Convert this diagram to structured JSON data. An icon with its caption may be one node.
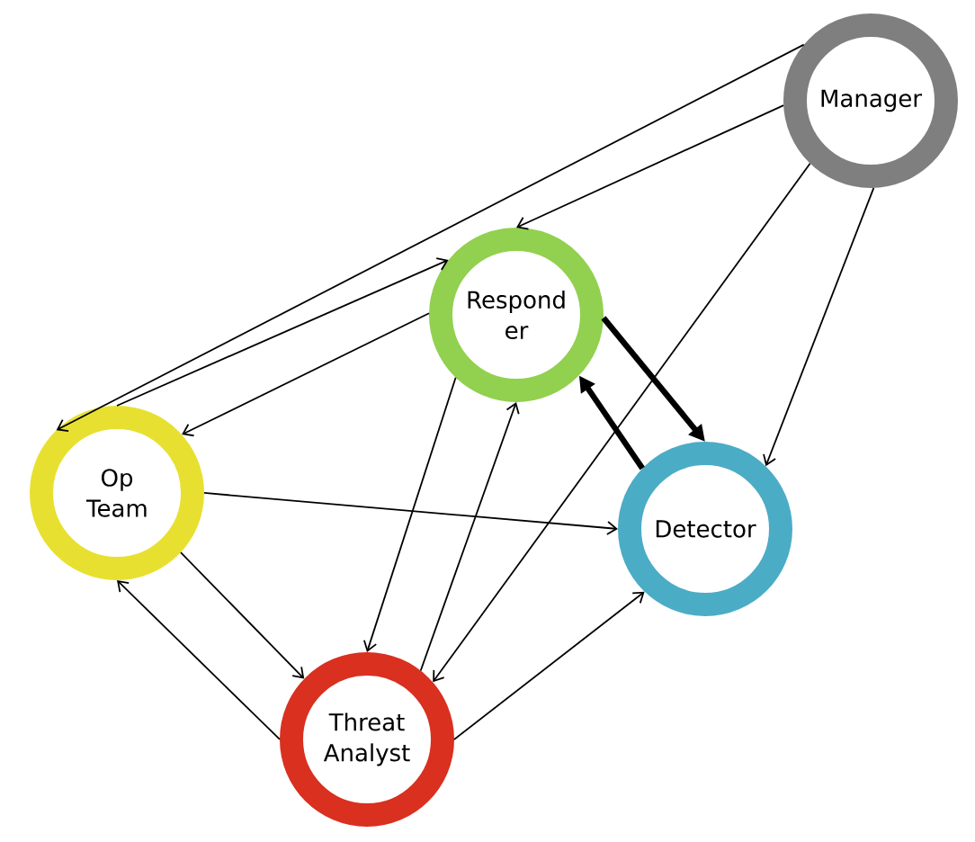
{
  "diagram": {
    "nodes": [
      {
        "text": [
          "Manager"
        ]
      },
      {
        "text": [
          "Respond er"
        ]
      },
      {
        "text": [
          "Op Team"
        ]
      },
      {
        "text": [
          "Detector"
        ]
      },
      {
        "text": [
          "Threat Analyst"
        ]
      }
    ],
    "edges": [
      {
        "from": 0,
        "to": 2,
        "arrow": "to"
      },
      {
        "from": 0,
        "to": 1,
        "arrow": "to"
      },
      {
        "from": 2,
        "to": 1,
        "arrow": "to"
      },
      {
        "from": 1,
        "to": 2,
        "arrow": "to"
      },
      {
        "from": 0,
        "to": 4,
        "arrow": "to"
      },
      {
        "from": 0,
        "to": 3,
        "arrow": "to"
      },
      {
        "from": 1,
        "to": 3,
        "arrow": "to",
        "style": "thick"
      },
      {
        "from": 3,
        "to": 1,
        "arrow": "to",
        "style": "thick"
      },
      {
        "from": 1,
        "to": 4,
        "arrow": "to"
      },
      {
        "from": 4,
        "to": 1,
        "arrow": "to"
      },
      {
        "from": 2,
        "to": 3,
        "arrow": "to"
      },
      {
        "from": 2,
        "to": 4,
        "arrow": "to"
      },
      {
        "from": 4,
        "to": 2,
        "arrow": "to"
      },
      {
        "from": 4,
        "to": 3,
        "arrow": "to"
      }
    ]
  }
}
